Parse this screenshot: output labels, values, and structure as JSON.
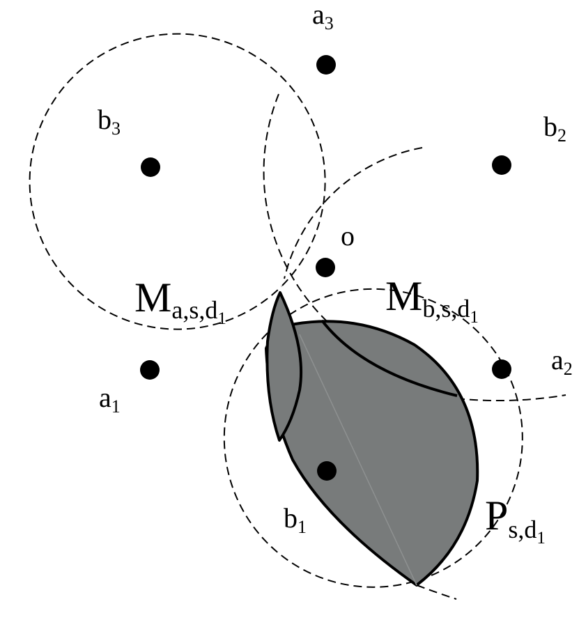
{
  "colors": {
    "region_fill": "#787b7b",
    "stroke": "#000000",
    "background": "#ffffff"
  },
  "points": {
    "a1": {
      "base": "a",
      "sub": "1"
    },
    "a2": {
      "base": "a",
      "sub": "2"
    },
    "a3": {
      "base": "a",
      "sub": "3"
    },
    "b1": {
      "base": "b",
      "sub": "1"
    },
    "b2": {
      "base": "b",
      "sub": "2"
    },
    "b3": {
      "base": "b",
      "sub": "3"
    },
    "o": {
      "base": "o"
    }
  },
  "regions": {
    "M_a": {
      "base": "M",
      "sub": "a,s,d",
      "subsub": "1"
    },
    "M_b": {
      "base": "M",
      "sub": "b,s,d",
      "subsub": "1"
    },
    "P": {
      "base": "P",
      "sub": "s,d",
      "subsub": "1"
    }
  }
}
